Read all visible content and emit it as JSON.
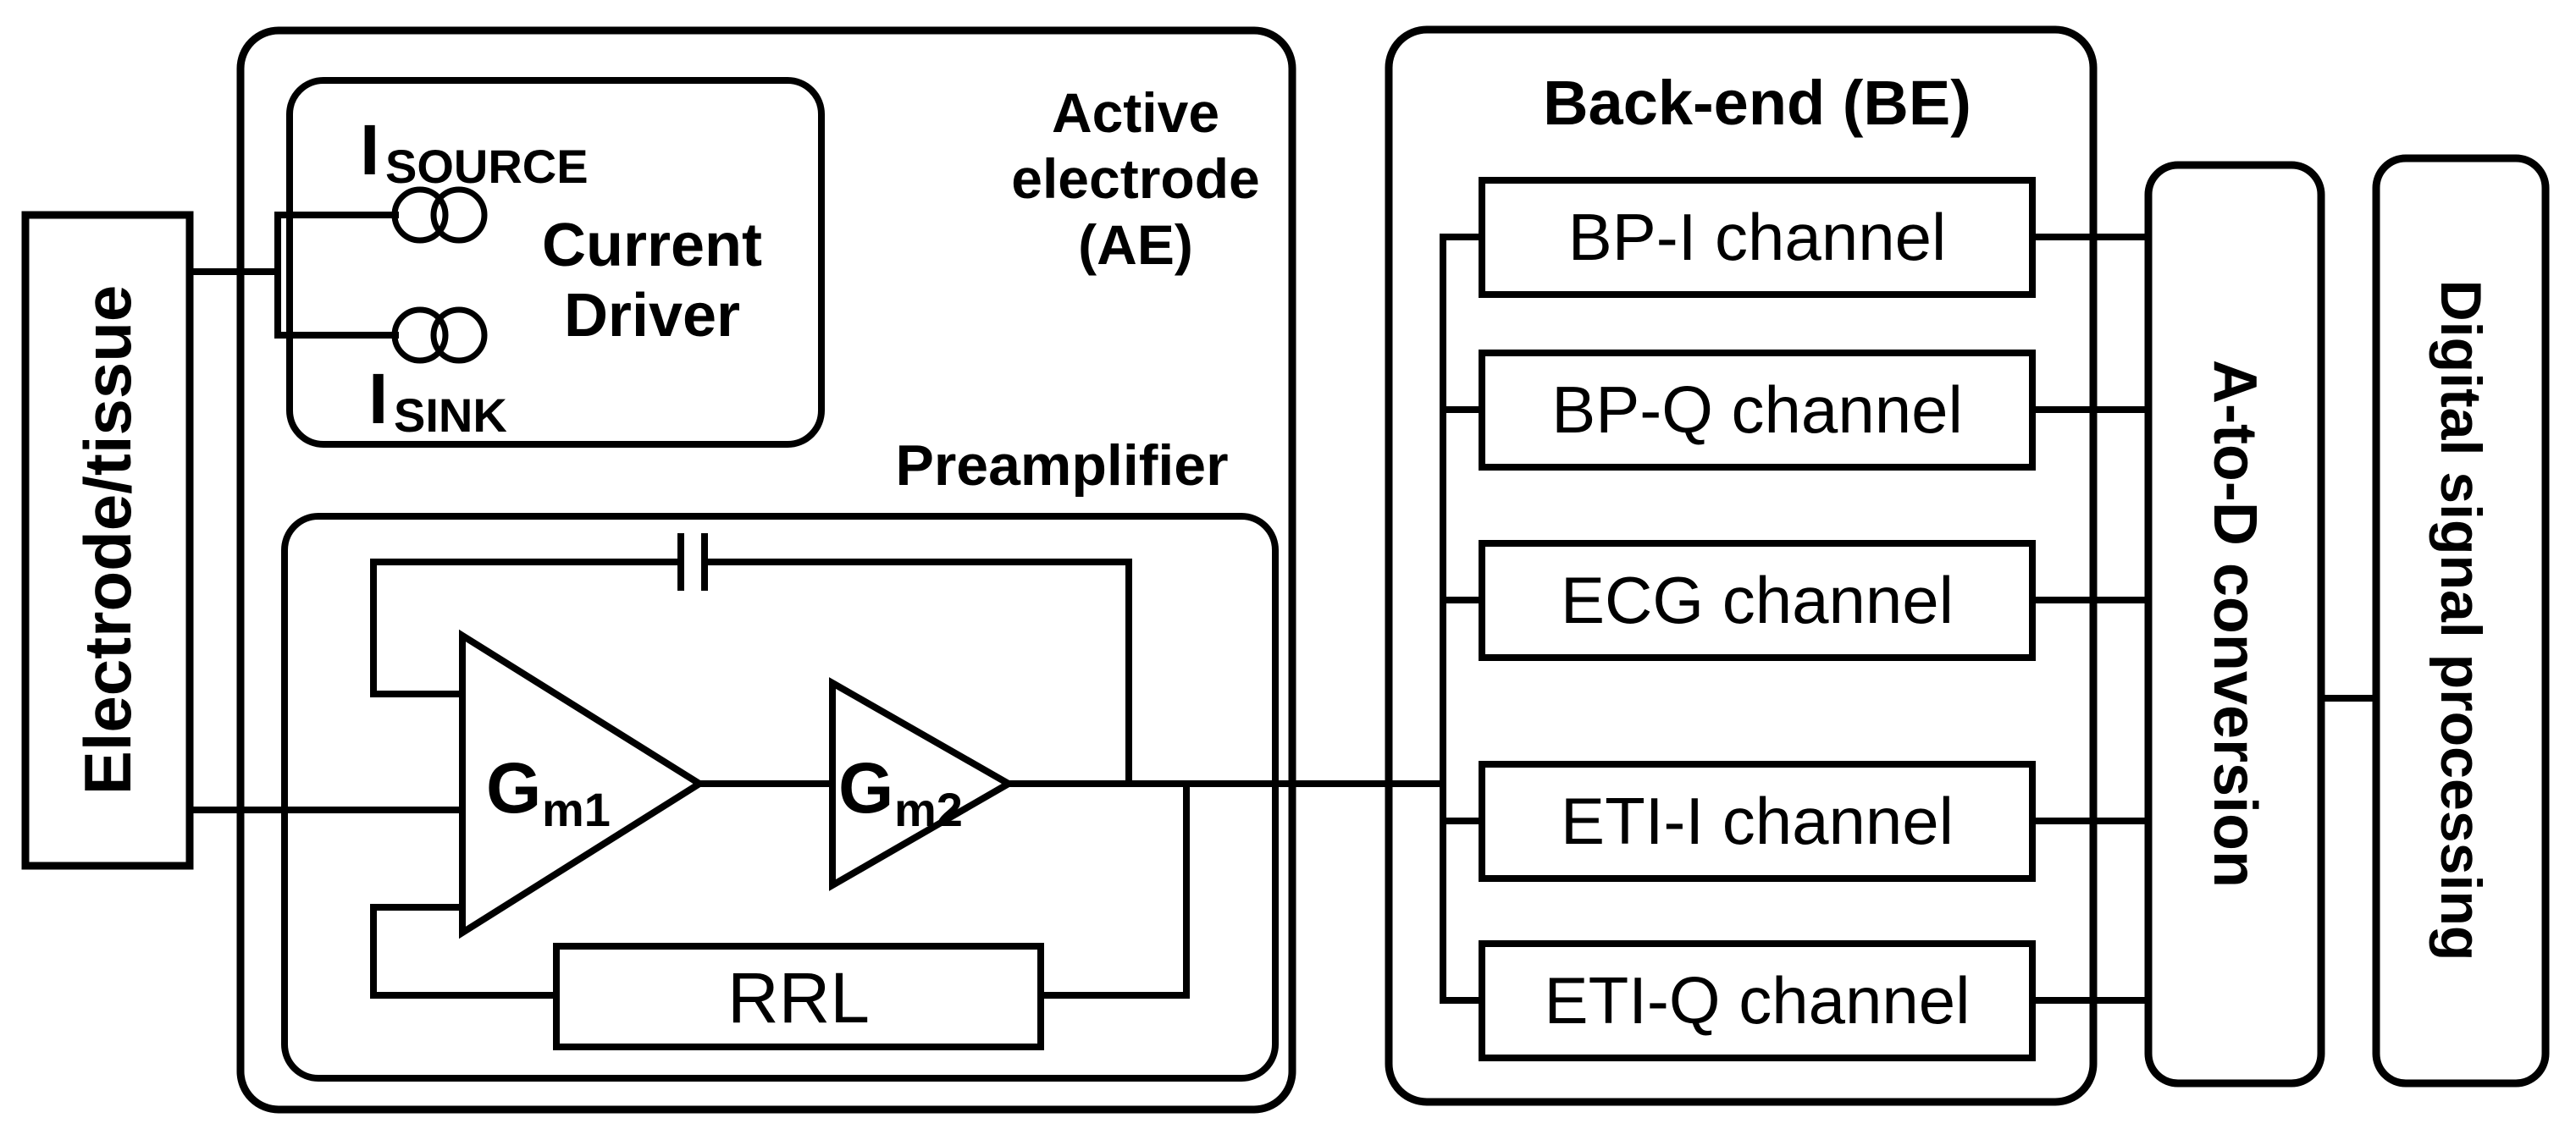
{
  "diagram": {
    "colors": {
      "ink": "#000000",
      "background": "#ffffff"
    },
    "electrode_tissue": {
      "label": "Electrode/tissue"
    },
    "active_electrode": {
      "title_line1": "Active",
      "title_line2": "electrode",
      "title_line3": "(AE)",
      "current_driver": {
        "title_line1": "Current",
        "title_line2": "Driver",
        "i_source": {
          "symbol": "I",
          "subscript": "SOURCE"
        },
        "i_sink": {
          "symbol": "I",
          "subscript": "SINK"
        }
      },
      "preamplifier": {
        "label": "Preamplifier",
        "gm1": {
          "symbol": "G",
          "subscript": "m1"
        },
        "gm2": {
          "symbol": "G",
          "subscript": "m2"
        },
        "rrl": {
          "label": "RRL"
        }
      }
    },
    "back_end": {
      "title": "Back-end (BE)",
      "channels": [
        {
          "label": "BP-I channel"
        },
        {
          "label": "BP-Q channel"
        },
        {
          "label": "ECG channel"
        },
        {
          "label": "ETI-I channel"
        },
        {
          "label": "ETI-Q channel"
        }
      ]
    },
    "adc": {
      "label": "A-to-D conversion"
    },
    "dsp": {
      "label": "Digital signal processing"
    }
  }
}
